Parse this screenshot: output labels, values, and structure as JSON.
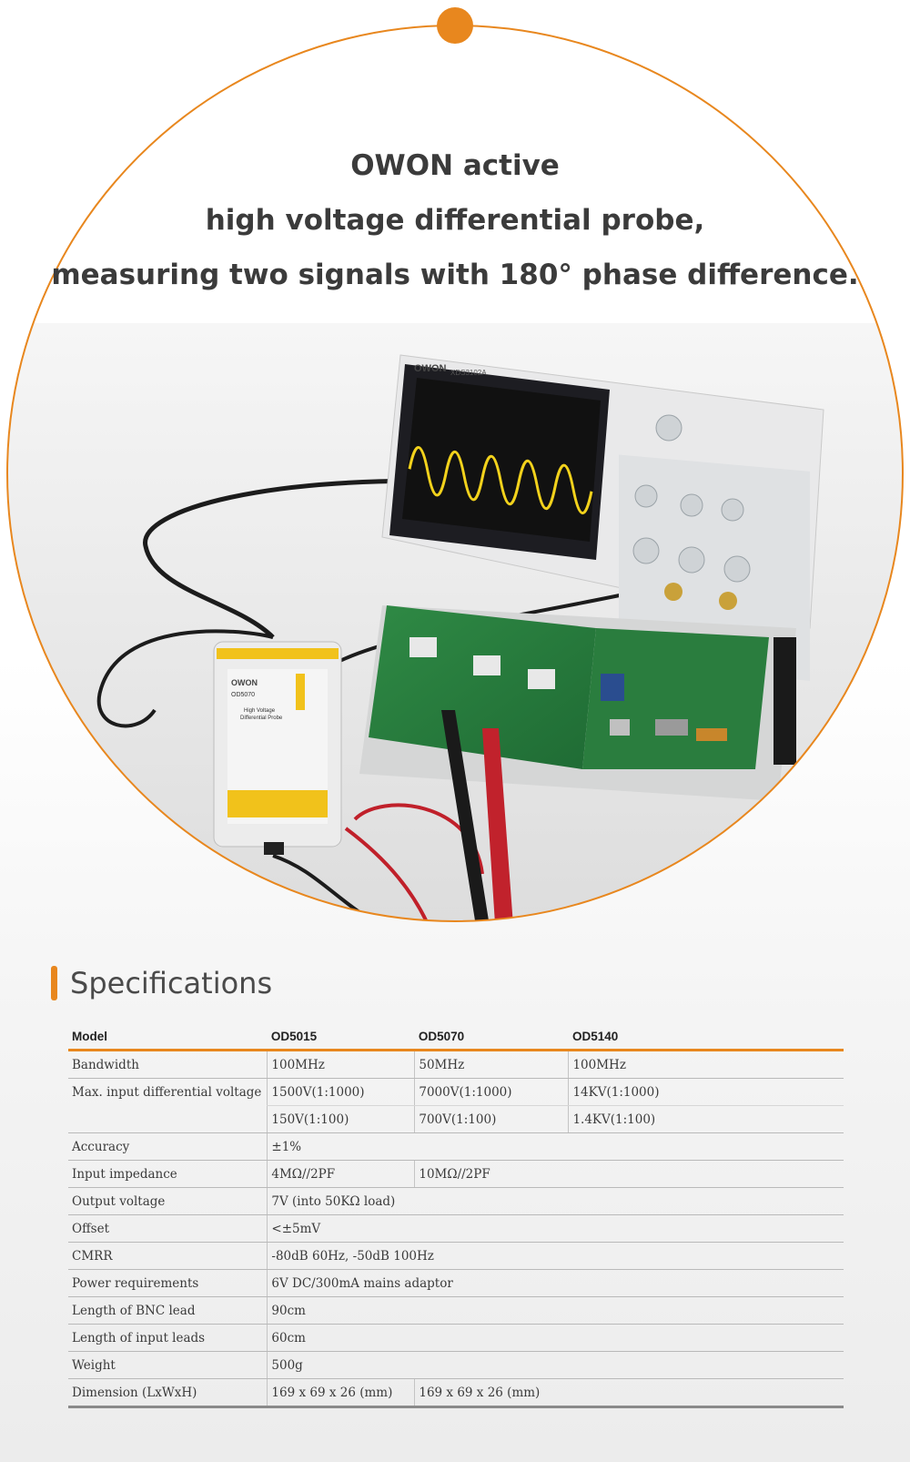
{
  "headline": {
    "line1": "OWON active",
    "line2": "high voltage differential probe,",
    "line3": "measuring two signals with 180°  phase difference."
  },
  "colors": {
    "accent": "#e8871e",
    "text": "#3b3b3b",
    "rule": "#b9b9b9"
  },
  "photo": {
    "scope_brand": "OWON",
    "scope_model": "XDS3102A",
    "probe_brand": "OWON",
    "probe_model": "OD5070",
    "probe_name_1": "High Voltage",
    "probe_name_2": "Differential Probe"
  },
  "specs": {
    "title": "Specifications",
    "headers": [
      "Model",
      "OD5015",
      "OD5070",
      "OD5140"
    ],
    "rows": {
      "bandwidth": {
        "label": "Bandwidth",
        "od5015": "100MHz",
        "od5070": "50MHz",
        "od5140": "100MHz"
      },
      "maxv": {
        "label": "Max. input differential voltage",
        "od5015_a": "1500V(1:1000)",
        "od5070_a": "7000V(1:1000)",
        "od5140_a": "14KV(1:1000)",
        "od5015_b": "150V(1:100)",
        "od5070_b": "700V(1:100)",
        "od5140_b": "1.4KV(1:100)"
      },
      "accuracy": {
        "label": "Accuracy",
        "value": "±1%"
      },
      "impedance": {
        "label": "Input impedance",
        "od5015": "4MΩ//2PF",
        "od5070": "10MΩ//2PF"
      },
      "output": {
        "label": "Output voltage",
        "value": "7V (into 50KΩ load)"
      },
      "offset": {
        "label": "Offset",
        "value": "<±5mV"
      },
      "cmrr": {
        "label": "CMRR",
        "value": "-80dB 60Hz, -50dB 100Hz"
      },
      "power": {
        "label": "Power requirements",
        "value": "6V DC/300mA mains adaptor"
      },
      "bnc": {
        "label": "Length of BNC lead",
        "value": "90cm"
      },
      "leads": {
        "label": "Length of input leads",
        "value": "60cm"
      },
      "weight": {
        "label": "Weight",
        "value": "500g"
      },
      "dimension": {
        "label": "Dimension (LxWxH)",
        "od5015": "169 x 69 x 26 (mm)",
        "od5070": "169 x 69 x 26 (mm)"
      }
    }
  }
}
